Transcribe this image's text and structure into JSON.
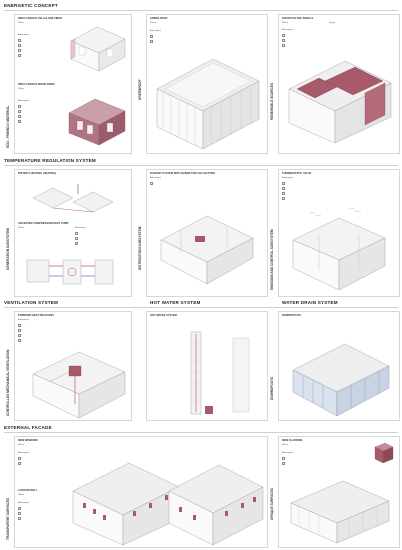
{
  "sections": {
    "energetic": "ENERGETIC CONCEPT",
    "temperature": "TEMPERATURE REGULATION SYSTEM",
    "ventilation": "VENTILATION SYSTEM",
    "hot_water": "HOT WATER SYSTEM",
    "water_drain": "WATER DRAIN SYSTEM",
    "facade": "EXTERNAL FACADE"
  },
  "side_labels": {
    "eco": "ECO - FRIENDLY MATERIAL",
    "greenroof": "GREENROOF",
    "renewable": "RENEWABLE SOURCES",
    "generation": "GENERATION SUBSYSTEM",
    "distribution": "DISTRIBUTION SUBSYSTEM",
    "emission": "EMISSION AND CONTROL SUBSYSTEM",
    "ventilation": "CONTROLLED MECHANICAL VENTILATION",
    "downspouts": "DOWNSPOUTS",
    "transparent": "TRANSPARENT SURFACES",
    "opaque": "OPAQUE SURFACES"
  },
  "panels": {
    "insulation_cellulose": "INSULATION IN CELLULOSE FIBER",
    "insulation_wood": "INSULATION IN WOOD FIBER",
    "green_roof": "GREEN ROOF",
    "photovoltaic": "PHOTOVOLTAIC PANELS",
    "district_heating": "DISTRICT HEATING (HEATING)",
    "air_water_heat_pump": "AIR-WATER COMPRESSION HEAT PUMP",
    "radiant_floor": "RADIANT SYSTEM WITH BANDS FOR COLLECTORS",
    "thermal_valve": "THERMOSTATIC VALVE",
    "heat_recovery": "FORWARD HEAT RECOVERY",
    "hot_water_system": "HOT WATER SYSTEM",
    "downspouts": "DOWNSPOUTS",
    "new_windows": "NEW WINDOWS",
    "new_curtain_wall": "CURTAIN WALL",
    "new_cladding": "NEW CLADDING"
  },
  "field_labels": {
    "where": "Where",
    "advantages": "Advantages",
    "usage": "Usage"
  }
}
